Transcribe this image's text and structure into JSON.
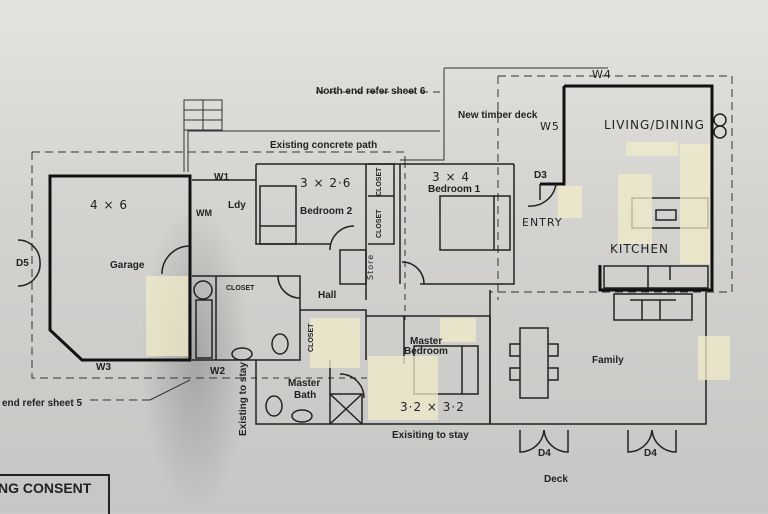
{
  "plan": {
    "notes": {
      "north": "North end refer sheet 6",
      "south": "end refer sheet 5",
      "path": "Existing concrete path",
      "deck_new": "New timber deck",
      "deck": "Deck",
      "existing_left": "Existing to stay",
      "existing_bottom": "Exisiting to stay",
      "consent": "NG CONSENT"
    },
    "rooms": {
      "garage": {
        "label": "Garage",
        "size": "4 × 6"
      },
      "laundry": {
        "label": "Ldy"
      },
      "wm": {
        "label": "WM"
      },
      "bedroom2": {
        "label": "Bedroom 2",
        "size": "3 × 2·6"
      },
      "bedroom1": {
        "label": "Bedroom 1",
        "size": "3 × 4"
      },
      "hall": {
        "label": "Hall"
      },
      "master_bedroom": {
        "label": "Master Bedroom",
        "label_line1": "Master",
        "label_line2": "Bedroom",
        "size": "3·2 × 3·2"
      },
      "master_bath": {
        "label_line1": "Master",
        "label_line2": "Bath"
      },
      "living": {
        "label": "LIVING/DINING"
      },
      "kitchen": {
        "label": "KITCHEN"
      },
      "entry": {
        "label": "ENTRY"
      },
      "family": {
        "label": "Family"
      }
    },
    "closets": [
      "CLOSET",
      "CLOSET",
      "CLOSET",
      "CLOSET"
    ],
    "store": "Store",
    "openings": {
      "w1": "W1",
      "w2": "W2",
      "w3": "W3",
      "w4": "W4",
      "w5": "W5",
      "d3": "D3",
      "d4a": "D4",
      "d4b": "D4",
      "d5": "D5"
    }
  }
}
